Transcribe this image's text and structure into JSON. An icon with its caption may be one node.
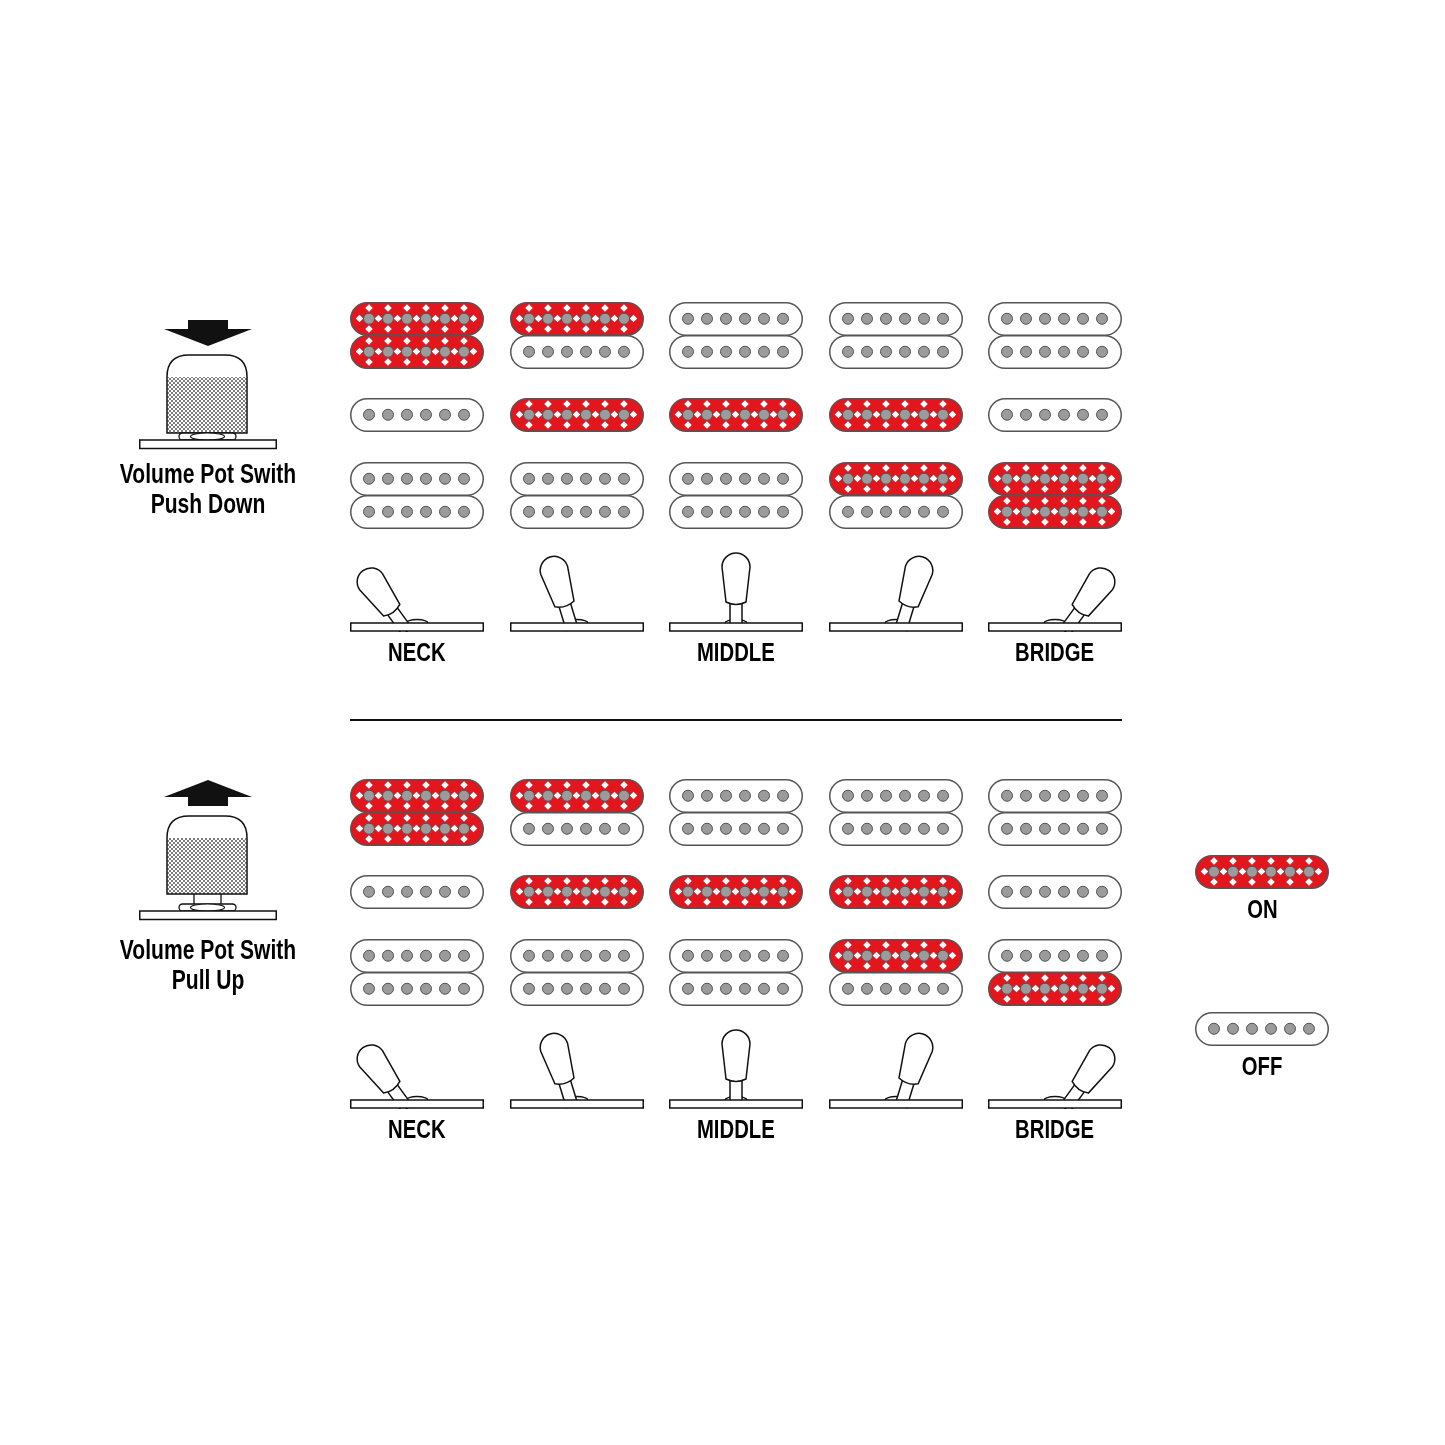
{
  "diagram": {
    "labels": [
      "Volume Pot Swith Push Down",
      "NECK",
      "MIDDLE",
      "BRIDGE",
      "Volume Pot Swith Pull Up",
      "NECK",
      "MIDDLE",
      "BRIDGE"
    ],
    "legend": [
      {
        "text": "ON"
      },
      {
        "text": "OFF"
      }
    ]
  }
}
